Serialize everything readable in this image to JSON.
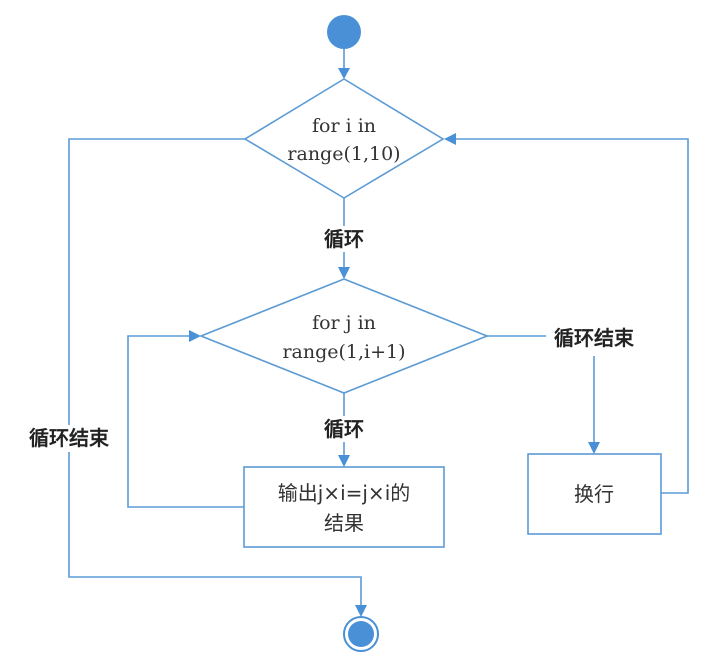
{
  "diagram": {
    "type": "flowchart",
    "colors": {
      "line": "#5b9bd5",
      "node_fill": "#4a90d6",
      "text": "#333333"
    },
    "nodes": {
      "start": {
        "kind": "start",
        "icon": "filled-circle"
      },
      "outer_loop": {
        "kind": "decision",
        "line1": "for i in",
        "line2": "range(1,10)"
      },
      "inner_loop": {
        "kind": "decision",
        "line1": "for j in",
        "line2": "range(1,i+1)"
      },
      "output": {
        "kind": "process",
        "line1": "输出j×i=j×i的",
        "line2": "结果"
      },
      "newline": {
        "kind": "process",
        "line1": "换行"
      },
      "end": {
        "kind": "end",
        "icon": "double-circle"
      }
    },
    "edges": {
      "start_to_outer": {
        "from": "start",
        "to": "outer_loop",
        "label": ""
      },
      "outer_to_inner": {
        "from": "outer_loop",
        "to": "inner_loop",
        "label": "循环"
      },
      "inner_to_output": {
        "from": "inner_loop",
        "to": "output",
        "label": "循环"
      },
      "output_to_inner": {
        "from": "output",
        "to": "inner_loop",
        "label": ""
      },
      "inner_to_newline": {
        "from": "inner_loop",
        "to": "newline",
        "label": "循环结束"
      },
      "newline_to_outer": {
        "from": "newline",
        "to": "outer_loop",
        "label": ""
      },
      "outer_to_end": {
        "from": "outer_loop",
        "to": "end",
        "label": "循环结束"
      }
    }
  }
}
